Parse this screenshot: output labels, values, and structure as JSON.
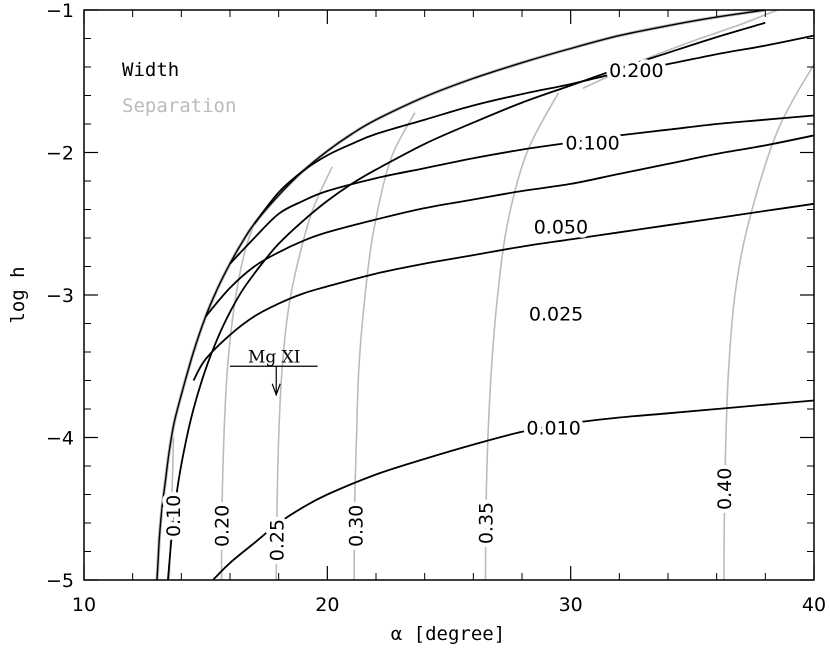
{
  "chart_data": {
    "type": "line",
    "title": "",
    "xlabel": "α [degree]",
    "ylabel": "log h",
    "xlim": [
      10,
      40
    ],
    "ylim": [
      -5,
      -1
    ],
    "xticks": [
      10,
      20,
      30,
      40
    ],
    "yticks": [
      -5,
      -4,
      -3,
      -2,
      -1
    ],
    "grid": false,
    "legend": {
      "placement": "top-left",
      "entries": [
        {
          "label": "Width",
          "color": "#000000"
        },
        {
          "label": "Separation",
          "color": "#bbbbbb"
        }
      ]
    },
    "colors": {
      "width": "#000000",
      "separation": "#bbbbbb"
    },
    "boundary": {
      "x": [
        13.0,
        13.05,
        13.1,
        13.2,
        13.35,
        13.5,
        13.7,
        14.0,
        14.5,
        15.0,
        15.5,
        16.0,
        16.5,
        17.0,
        18.0,
        19.0,
        20.0,
        21.0,
        22.0,
        24.0,
        26.0,
        28.0,
        30.0,
        32.0,
        34.0,
        36.0,
        38.0
      ],
      "y": [
        -5.0,
        -4.85,
        -4.7,
        -4.5,
        -4.3,
        -4.1,
        -3.9,
        -3.7,
        -3.4,
        -3.15,
        -2.95,
        -2.78,
        -2.63,
        -2.5,
        -2.3,
        -2.13,
        -1.99,
        -1.87,
        -1.77,
        -1.61,
        -1.48,
        -1.37,
        -1.27,
        -1.18,
        -1.11,
        -1.05,
        -1.0
      ]
    },
    "width_series": [
      {
        "name": "0.200",
        "x": [
          17.0,
          18.0,
          19.0,
          20.0,
          21.0,
          22.0,
          24.0,
          26.0,
          28.0,
          30.0,
          32.0,
          34.0,
          36.0,
          38.0,
          40.0
        ],
        "y": [
          -2.5,
          -2.28,
          -2.13,
          -2.02,
          -1.94,
          -1.87,
          -1.77,
          -1.67,
          -1.59,
          -1.52,
          -1.44,
          -1.38,
          -1.31,
          -1.25,
          -1.18
        ],
        "label_at": {
          "x": 32.7,
          "y": -1.42
        }
      },
      {
        "name": "0.100",
        "x": [
          16.0,
          17.0,
          18.0,
          19.0,
          20.0,
          22.0,
          24.0,
          26.0,
          28.0,
          30.0,
          32.0,
          34.0,
          36.0,
          38.0,
          40.0
        ],
        "y": [
          -2.78,
          -2.6,
          -2.43,
          -2.34,
          -2.27,
          -2.18,
          -2.11,
          -2.04,
          -1.98,
          -1.93,
          -1.88,
          -1.84,
          -1.8,
          -1.77,
          -1.74
        ],
        "label_at": {
          "x": 30.9,
          "y": -1.93
        }
      },
      {
        "name": "0.050",
        "x": [
          15.0,
          16.0,
          17.0,
          18.0,
          19.0,
          20.0,
          22.0,
          24.0,
          26.0,
          28.0,
          30.0,
          32.0,
          34.0,
          36.0,
          38.0,
          40.0
        ],
        "y": [
          -3.15,
          -2.95,
          -2.8,
          -2.7,
          -2.62,
          -2.56,
          -2.47,
          -2.39,
          -2.33,
          -2.27,
          -2.22,
          -2.15,
          -2.08,
          -2.01,
          -1.95,
          -1.88
        ],
        "label_at": {
          "x": 29.6,
          "y": -2.52
        }
      },
      {
        "name": "0.025",
        "x": [
          14.5,
          15.0,
          16.0,
          17.0,
          18.0,
          19.0,
          20.0,
          22.0,
          24.0,
          26.0,
          28.0,
          30.0,
          32.0,
          34.0,
          36.0,
          38.0,
          40.0
        ],
        "y": [
          -3.6,
          -3.45,
          -3.28,
          -3.15,
          -3.06,
          -2.99,
          -2.94,
          -2.85,
          -2.78,
          -2.72,
          -2.66,
          -2.61,
          -2.56,
          -2.51,
          -2.46,
          -2.41,
          -2.36
        ],
        "label_at": {
          "x": 29.4,
          "y": -3.13
        }
      },
      {
        "name": "0.010",
        "x": [
          15.3,
          16.0,
          17.0,
          18.0,
          19.0,
          20.0,
          22.0,
          24.0,
          26.0,
          28.0,
          30.0,
          32.0,
          34.0,
          36.0,
          38.0,
          40.0
        ],
        "y": [
          -5.0,
          -4.88,
          -4.74,
          -4.6,
          -4.49,
          -4.4,
          -4.26,
          -4.15,
          -4.05,
          -3.96,
          -3.9,
          -3.86,
          -3.83,
          -3.8,
          -3.77,
          -3.74
        ],
        "label_at": {
          "x": 29.3,
          "y": -3.93
        }
      }
    ],
    "width_unlabeled": [
      {
        "name": "",
        "x": [
          13.45,
          13.6,
          13.8,
          14.1,
          14.5,
          15.0,
          15.5,
          16.0,
          16.5,
          17.0,
          17.5,
          18.0,
          19.0,
          20.0,
          21.0,
          22.0,
          24.0,
          26.0,
          28.0,
          30.0,
          32.0,
          34.0,
          36.0,
          38.0
        ],
        "y": [
          -5.0,
          -4.7,
          -4.4,
          -4.1,
          -3.8,
          -3.52,
          -3.3,
          -3.12,
          -2.97,
          -2.85,
          -2.74,
          -2.64,
          -2.48,
          -2.34,
          -2.22,
          -2.12,
          -1.94,
          -1.79,
          -1.65,
          -1.53,
          -1.41,
          -1.3,
          -1.19,
          -1.09
        ]
      }
    ],
    "separation_series": [
      {
        "name": "0.10",
        "x": [
          13.5,
          13.6,
          13.65,
          13.68
        ],
        "y": [
          -5.0,
          -4.5,
          -4.2,
          -4.0
        ],
        "label_at": {
          "x": 13.7,
          "y": -4.55
        }
      },
      {
        "name": "0.20",
        "x": [
          15.65,
          15.67,
          15.75,
          15.9,
          16.2,
          16.6,
          17.0
        ],
        "y": [
          -5.0,
          -4.5,
          -4.0,
          -3.5,
          -3.05,
          -2.7,
          -2.5
        ],
        "label_at": {
          "x": 15.7,
          "y": -4.62
        }
      },
      {
        "name": "0.25",
        "x": [
          17.9,
          17.93,
          18.0,
          18.15,
          18.5,
          19.3,
          20.2
        ],
        "y": [
          -5.0,
          -4.5,
          -4.0,
          -3.5,
          -3.0,
          -2.45,
          -2.1
        ],
        "label_at": {
          "x": 17.95,
          "y": -4.72
        }
      },
      {
        "name": "0.30",
        "x": [
          21.1,
          21.12,
          21.2,
          21.3,
          21.55,
          21.9,
          22.6,
          23.6
        ],
        "y": [
          -5.0,
          -4.5,
          -4.0,
          -3.5,
          -3.0,
          -2.55,
          -2.05,
          -1.72
        ],
        "label_at": {
          "x": 21.2,
          "y": -4.62
        }
      },
      {
        "name": "0.35",
        "x": [
          26.5,
          26.52,
          26.6,
          26.75,
          27.0,
          27.4,
          28.2,
          29.5
        ],
        "y": [
          -5.0,
          -4.5,
          -4.0,
          -3.5,
          -3.0,
          -2.5,
          -2.0,
          -1.58
        ],
        "label_at": {
          "x": 26.55,
          "y": -4.6
        }
      },
      {
        "name": "0.40",
        "x": [
          36.3,
          36.32,
          36.38,
          36.5,
          36.75,
          37.3,
          38.5,
          40.0
        ],
        "y": [
          -5.0,
          -4.5,
          -4.0,
          -3.5,
          -3.0,
          -2.5,
          -1.85,
          -1.38
        ],
        "label_at": {
          "x": 36.35,
          "y": -4.36
        }
      },
      {
        "name": "",
        "x": [
          30.5,
          31.5,
          33.0,
          35.0,
          37.0,
          38.5
        ],
        "y": [
          -1.55,
          -1.47,
          -1.35,
          -1.22,
          -1.1,
          -1.0
        ]
      }
    ],
    "annotation": {
      "text": "Mg XI",
      "x": 17.9,
      "y_text": -3.43,
      "underline_x": [
        16.0,
        19.6
      ],
      "underline_y": -3.5,
      "arrow_to_y": -3.7
    }
  }
}
